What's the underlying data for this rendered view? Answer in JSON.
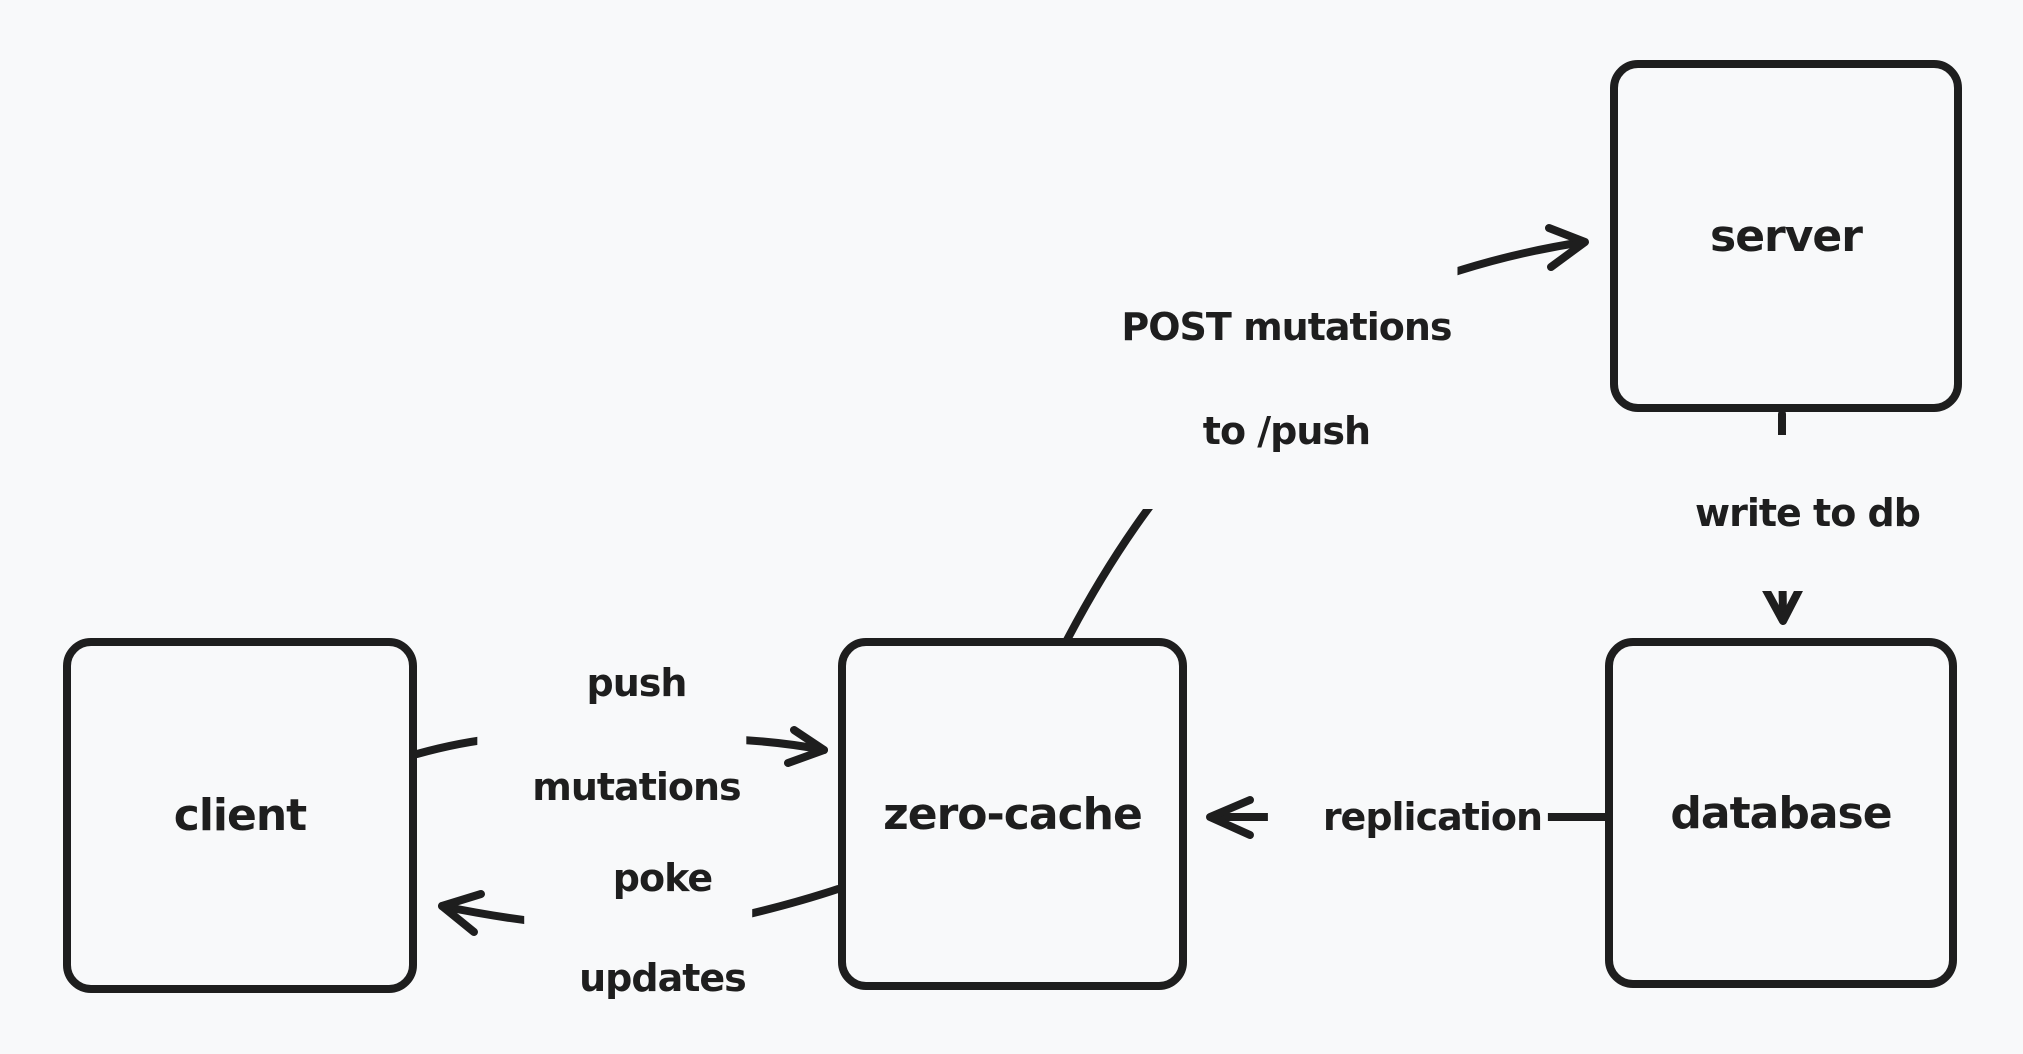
{
  "canvas": {
    "background_color": "#f8f9fa",
    "stroke_color": "#1e1e1e"
  },
  "nodes": {
    "client": {
      "label": "client"
    },
    "zero_cache": {
      "label": "zero-cache"
    },
    "server": {
      "label": "server"
    },
    "database": {
      "label": "database"
    }
  },
  "edges": {
    "push_mutations": {
      "from": "client",
      "to": "zero-cache",
      "label_line1": "push",
      "label_line2": "mutations"
    },
    "poke_updates": {
      "from": "zero-cache",
      "to": "client",
      "label_line1": "poke",
      "label_line2": "updates"
    },
    "post_mutations": {
      "from": "zero-cache",
      "to": "server",
      "label_line1": "POST mutations",
      "label_line2": "to /push"
    },
    "write_to_db": {
      "from": "server",
      "to": "database",
      "label": "write to db"
    },
    "replication": {
      "from": "database",
      "to": "zero-cache",
      "label": "replication"
    }
  }
}
